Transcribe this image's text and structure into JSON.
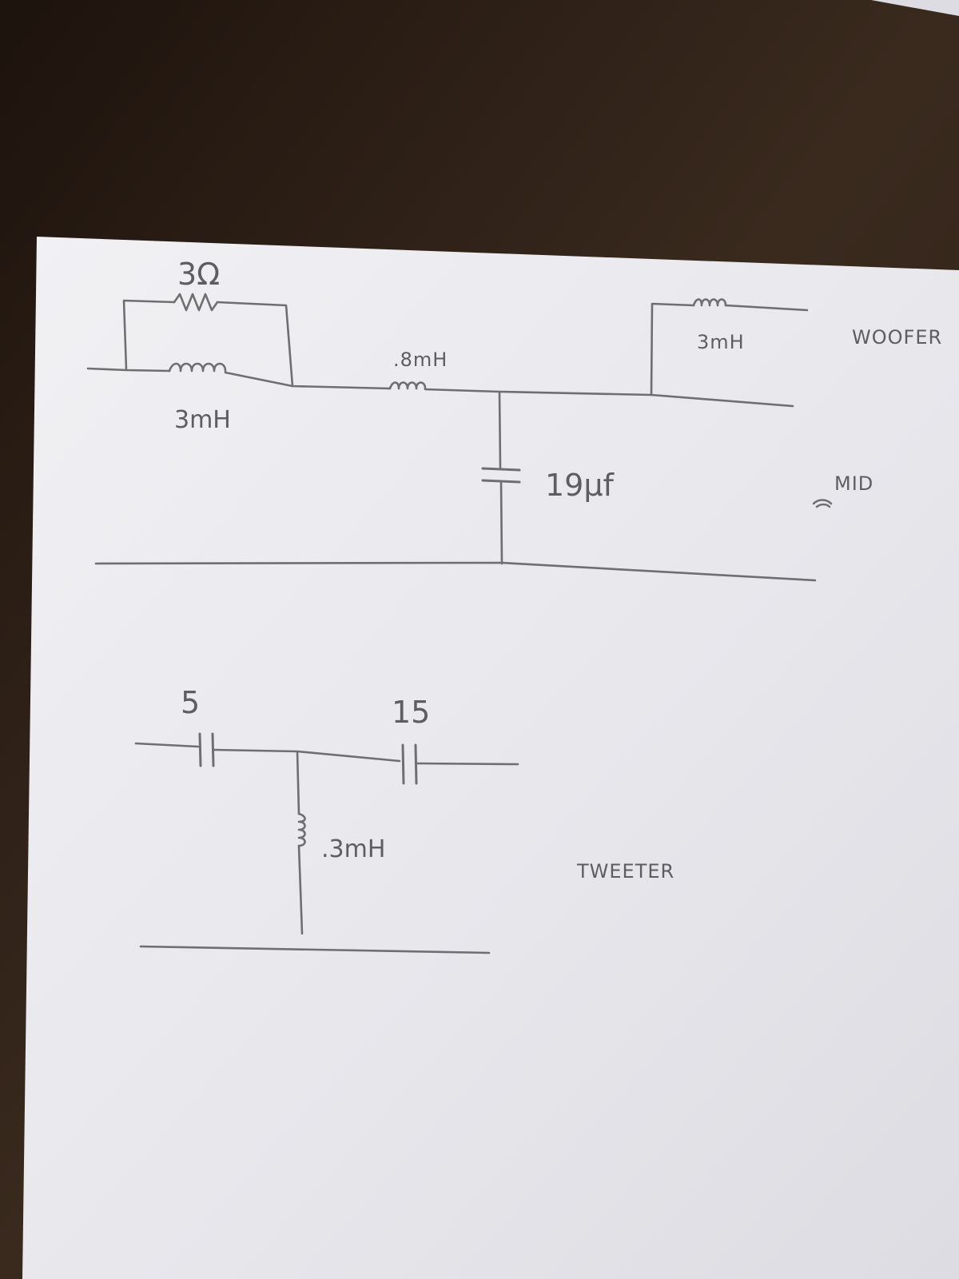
{
  "woofer_section": {
    "resistor": "3Ω",
    "inductor_parallel": "3mH",
    "inductor_series": ".8mH",
    "capacitor": "19μf",
    "inductor_output": "3mH",
    "woofer_label": "WOOFER",
    "mid_label": "MID"
  },
  "tweeter_section": {
    "capacitor_first": "5",
    "capacitor_second": "15",
    "inductor_shunt": ".3mH",
    "tweeter_label": "TWEETER"
  },
  "colors": {
    "desk": "#2a1d15",
    "paper": "#eaeaee",
    "pencil": "#6f6f72"
  }
}
